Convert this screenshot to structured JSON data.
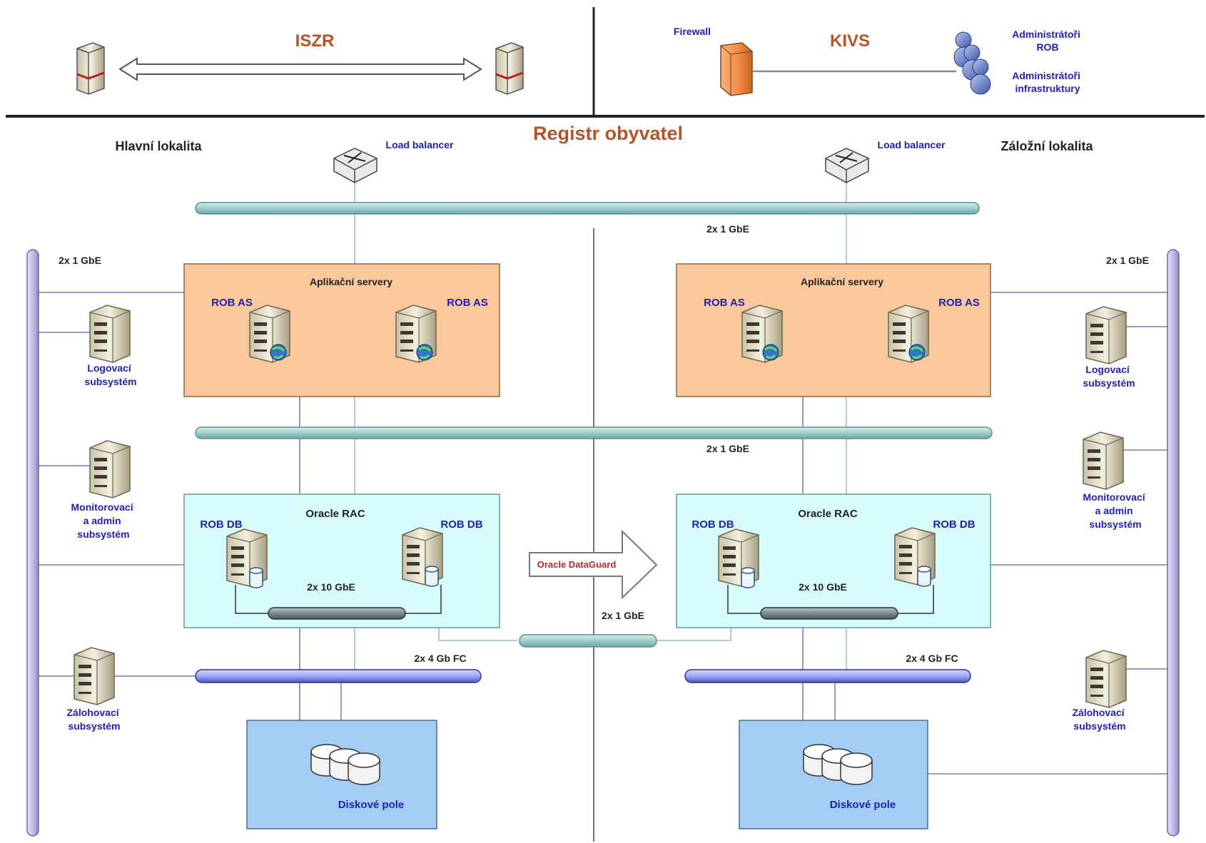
{
  "top": {
    "iszr": "ISZR",
    "kivs": "KIVS",
    "firewall": "Firewall",
    "admin_rob": [
      "Administrátoři",
      "ROB"
    ],
    "admin_infra": [
      "Administrátoři",
      "infrastruktury"
    ]
  },
  "title": "Registr obyvatel",
  "primary": {
    "site": "Hlavní lokalita",
    "load_balancer": "Load balancer",
    "ring_label": "2x 1 GbE",
    "app_box": "Aplikační servery",
    "app_server_a": "ROB AS",
    "app_server_b": "ROB AS",
    "db_box": "Oracle RAC",
    "db_server_a": "ROB DB",
    "db_server_b": "ROB DB",
    "interconnect": "2x 10 GbE",
    "fc": "2x 4 Gb FC",
    "disk": "Diskové pole",
    "logging": [
      "Logovací",
      "subsystém"
    ],
    "monitoring": [
      "Monitorovací",
      "a admin",
      "subsystém"
    ],
    "backup": [
      "Zálohovací",
      "subsystém"
    ]
  },
  "backup_site": {
    "site": "Záložní lokalita",
    "load_balancer": "Load balancer",
    "ring_label": "2x 1 GbE",
    "app_box": "Aplikační servery",
    "app_server_a": "ROB AS",
    "app_server_b": "ROB AS",
    "db_box": "Oracle RAC",
    "db_server_a": "ROB DB",
    "db_server_b": "ROB DB",
    "interconnect": "2x 10 GbE",
    "fc": "2x 4 Gb FC",
    "disk": "Diskové pole",
    "logging": [
      "Logovací",
      "subsystém"
    ],
    "monitoring": [
      "Monitorovací",
      "a admin",
      "subsystém"
    ],
    "backup": [
      "Zálohovací",
      "subsystém"
    ]
  },
  "shared": {
    "top_bus": "2x 1 GbE",
    "mid_bus": "2x 1 GbE",
    "dg_link": "2x 1 GbE",
    "dataguard": "Oracle DataGuard"
  },
  "colors": {
    "section_title": "#b5532a",
    "blue_label": "#2020b0",
    "app_box": "#fac89b",
    "db_box": "#d8fbfb",
    "disk_box": "#a3cdf5",
    "teal_bus": "#a9d4d2",
    "blue_bus": "#a0a9f3",
    "side_bus": "#c5c1e8",
    "firewall": "#f0924e"
  }
}
